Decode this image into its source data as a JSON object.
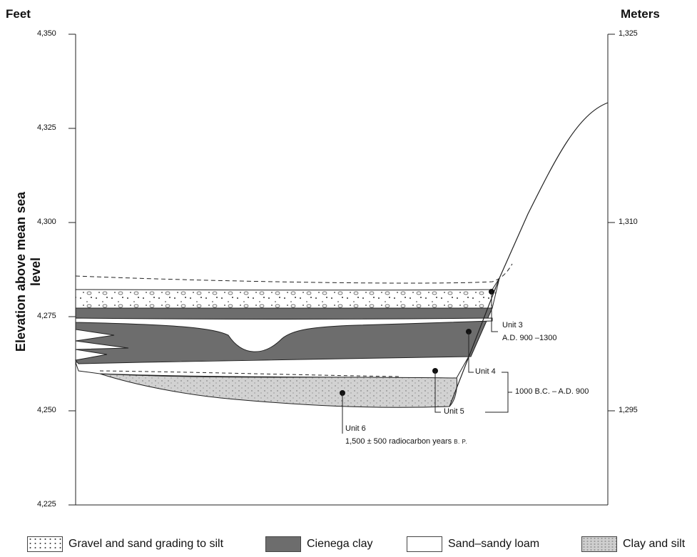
{
  "axes": {
    "left_unit": "Feet",
    "right_unit": "Meters",
    "y_title": "Elevation above mean sea level",
    "left_ticks": [
      "4,350",
      "4,325",
      "4,300",
      "4,275",
      "4,250",
      "4,225"
    ],
    "right_ticks": [
      "1,325",
      "1,310",
      "1,295"
    ]
  },
  "annotations": {
    "unit3_name": "Unit 3",
    "unit3_age": "A.D. 900 –1300",
    "unit4_name": "Unit 4",
    "unit5_name": "Unit 5",
    "unit45_age": "1000 B.C. – A.D. 900",
    "unit6_name": "Unit 6",
    "unit6_age_prefix": "1,500 ± 500 radiocarbon years",
    "unit6_age_suffix": "B. P."
  },
  "legend": [
    {
      "label": "Gravel and sand grading to silt",
      "pattern": "gravel"
    },
    {
      "label": "Cienega clay",
      "pattern": "cienega",
      "color": "#6d6d6d"
    },
    {
      "label": "Sand–sandy loam",
      "pattern": "sand"
    },
    {
      "label": "Clay and silt",
      "pattern": "clay",
      "color": "#cfcfcf"
    }
  ]
}
